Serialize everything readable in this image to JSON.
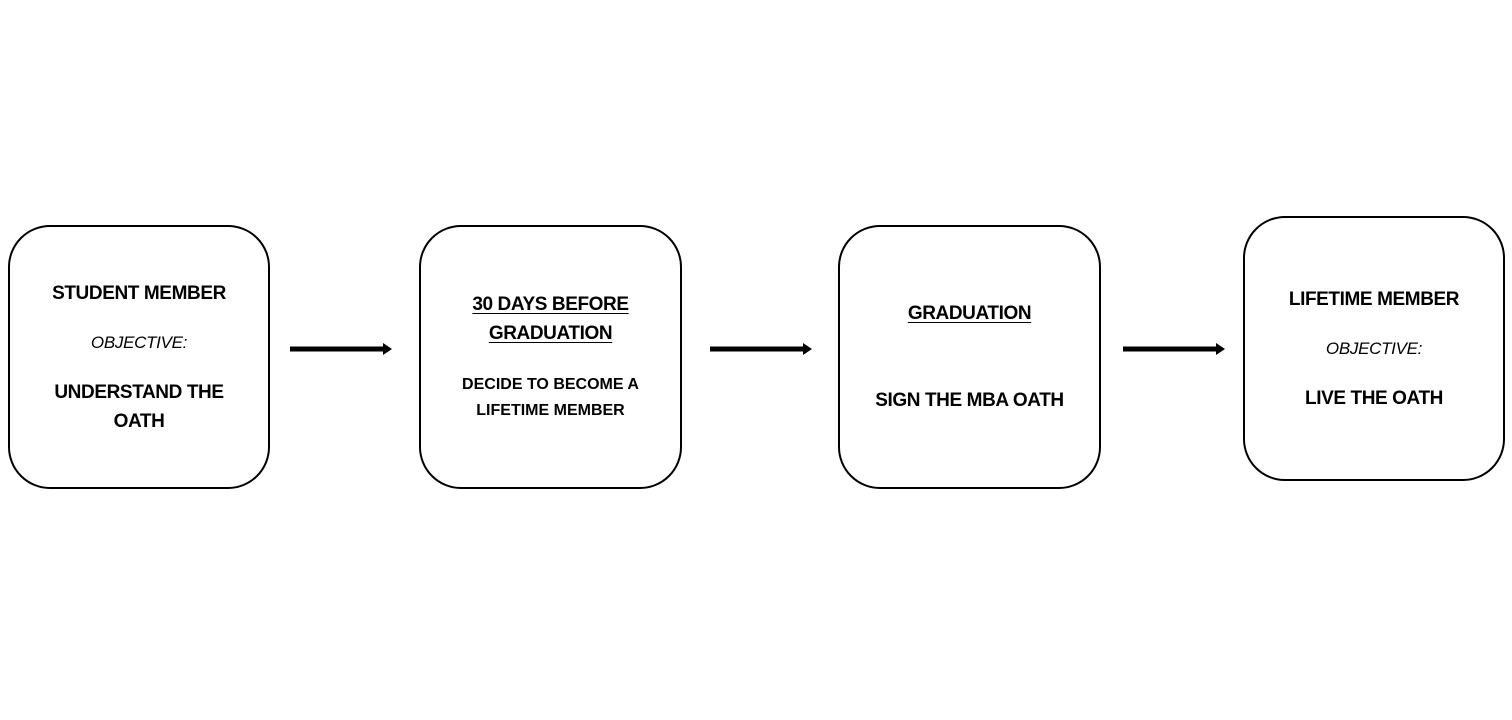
{
  "steps": [
    {
      "title": "STUDENT MEMBER",
      "label": "OBJECTIVE:",
      "body": "UNDERSTAND THE OATH"
    },
    {
      "title": "30 DAYS BEFORE GRADUATION",
      "body": "DECIDE TO BECOME A LIFETIME MEMBER"
    },
    {
      "title": "GRADUATION",
      "body": "SIGN THE MBA OATH"
    },
    {
      "title": "LIFETIME MEMBER",
      "label": "OBJECTIVE:",
      "body": "LIVE THE OATH"
    }
  ],
  "colors": {
    "stroke": "#000000",
    "background": "#ffffff"
  }
}
